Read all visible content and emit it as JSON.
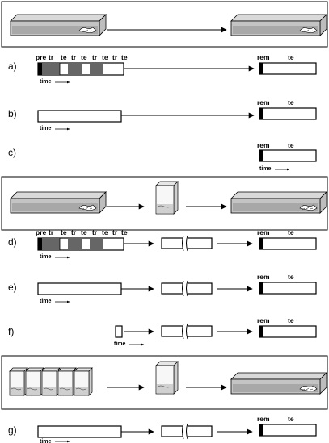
{
  "segment_labels": {
    "pre": "pre",
    "tr": "tr",
    "te": "te",
    "rem": "rem",
    "time": "time"
  },
  "rows": [
    {
      "label": "a)"
    },
    {
      "label": "b)"
    },
    {
      "label": "c)"
    },
    {
      "label": "d)"
    },
    {
      "label": "e)"
    },
    {
      "label": "f)"
    },
    {
      "label": "g)"
    }
  ]
}
